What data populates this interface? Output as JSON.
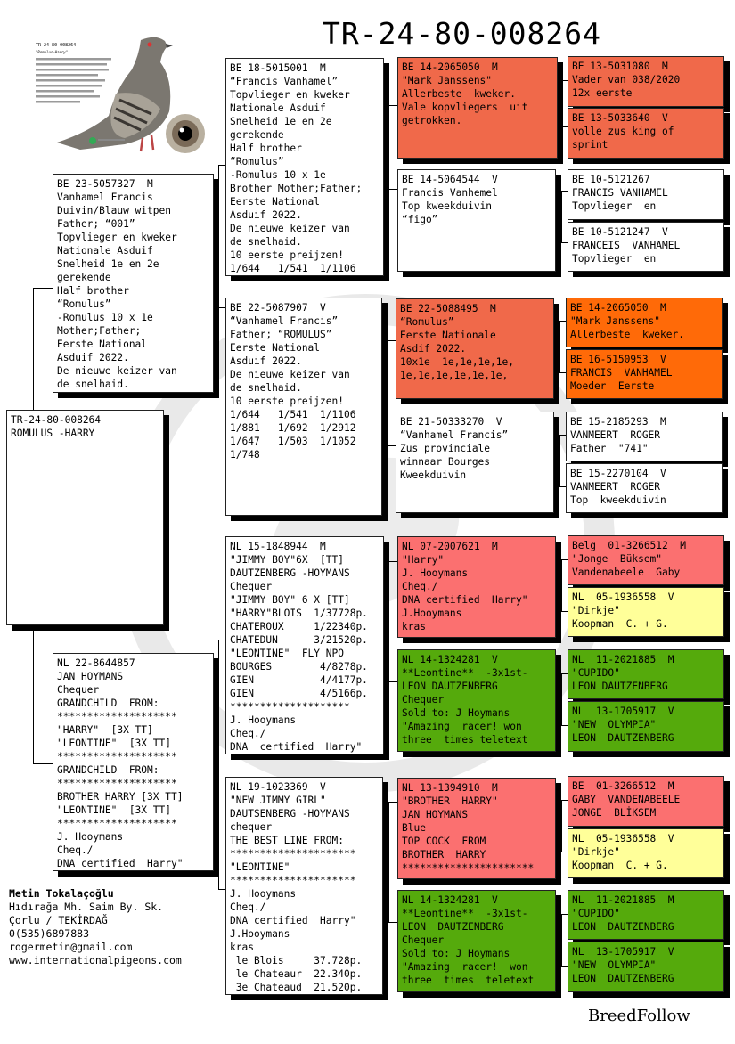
{
  "title": "TR-24-80-008264",
  "subject": {
    "text": "TR-24-80-008264\nROMULUS -HARRY"
  },
  "sire": {
    "text": "BE 23-5057327  M\nVanhamel Francis\nDuivin/Blauw witpen\nFather; “001”\nTopvlieger en kweker\nNationale Asduif\nSnelheid 1e en 2e\ngerekende\nHalf brother\n“Romulus”\n-Romulus 10 x 1e\nMother;Father;\nEerste National\nAsduif 2022.\nDe nieuwe keizer van\nde snelhaid."
  },
  "dam": {
    "text": "NL 22-8644857\nJAN HOYMANS\nChequer\nGRANDCHILD  FROM:\n********************\n\"HARRY\"  [3X TT]\n\"LEONTINE\"  [3X TT]\n********************\nGRANDCHILD  FROM:\n********************\nBROTHER HARRY [3X TT]\n\"LEONTINE\"  [3X TT]\n********************\nJ. Hooymans\nCheq./\nDNA certified  Harry\""
  },
  "ss": {
    "text": "BE 18-5015001  M\n“Francis Vanhamel”\nTopvlieger en kweker\nNationale Asduif\nSnelheid 1e en 2e\ngerekende\nHalf brother\n“Romulus”\n-Romulus 10 x 1e\nBrother Mother;Father;\nEerste National\nAsduif 2022.\nDe nieuwe keizer van\nde snelhaid.\n10 eerste preijzen!\n1/644   1/541  1/1106"
  },
  "sd": {
    "text": "BE 22-5087907  V\n“Vanhamel Francis”\nFather; “ROMULUS”\nEerste National\nAsduif 2022.\nDe nieuwe keizer van\nde snelhaid.\n10 eerste preijzen!\n1/644   1/541  1/1106\n1/881   1/692  1/2912\n1/647   1/503  1/1052\n1/748"
  },
  "ds": {
    "text": "NL 15-1848944  M\n\"JIMMY BOY\"6X  [TT]\nDAUTZENBERG -HOYMANS\nChequer\n\"JIMMY BOY\" 6 X [TT]\n\"HARRY\"BLOIS  1/37728p.\nCHATEROUX     1/22340p.\nCHATEDUN      3/21520p.\n\"LEONTINE\"  FLY NPO\nBOURGES        4/8278p.\nGIEN           4/4177p.\nGIEN           4/5166p.\n********************\nJ. Hooymans\nCheq./\nDNA  certified  Harry\""
  },
  "dd": {
    "text": "NL 19-1023369  V\n\"NEW JIMMY GIRL\"\nDAUTSENBERG -HOYMANS\nchequer\nTHE BEST LINE FROM:\n*********************\n\"LEONTINE\"\n*********************\nJ. Hooymans\nCheq./\nDNA certified  Harry\"\nJ.Hooymans\nkras\n le Blois     37.728p.\n le Chateaur  22.340p.\n 3e Chateaud  21.520p."
  },
  "sss": {
    "text": "BE 14-2065050  M\n\"Mark Janssens\"\nAllerbeste  kweker.\nVale kopvliegers  uit\ngetrokken."
  },
  "ssd": {
    "text": "BE 14-5064544  V\nFrancis Vanhemel\nTop kweekduivin\n“figo”"
  },
  "sds": {
    "text": "BE 22-5088495  M\n“Romulus”\nEerste Nationale\nAsdif 2022.\n10x1e  1e,1e,1e,1e,\n1e,1e,1e,1e,1e,1e,"
  },
  "sdd": {
    "text": "BE 21-50333270  V\n“Vanhamel Francis”\nZus provinciale\nwinnaar Bourges\nKweekduivin"
  },
  "dss": {
    "text": "NL 07-2007621  M\n\"Harry\"\nJ. Hooymans\nCheq./\nDNA certified  Harry\"\nJ.Hooymans\nkras"
  },
  "dsd": {
    "text": "NL 14-1324281  V\n**Leontine**  -3x1st-\nLEON DAUTZENBERG\nChequer\nSold to: J Hoymans\n\"Amazing  racer! won\nthree  times teletext"
  },
  "dds": {
    "text": "NL 13-1394910  M\n\"BROTHER  HARRY\"\nJAN HOYMANS\nBlue\nTOP COCK  FROM\nBROTHER  HARRY\n**********************"
  },
  "ddd": {
    "text": "NL 14-1324281  V\n**Leontine**  -3x1st-\nLEON  DAUTZENBERG\nChequer\nSold to: J Hoymans\n\"Amazing  racer!  won\nthree  times  teletext"
  },
  "g1": {
    "text": "BE 13-5031080  M\nVader van 038/2020\n12x eerste"
  },
  "g2": {
    "text": "BE 13-5033640  V\nvolle zus king of\nsprint"
  },
  "g3": {
    "text": "BE 10-5121267\nFRANCIS VANHAMEL\nTopvlieger  en"
  },
  "g4": {
    "text": "BE 10-5121247  V\nFRANCEIS  VANHAMEL\nTopvlieger  en"
  },
  "g5": {
    "text": "BE 14-2065050  M\n\"Mark Janssens\"\nAllerbeste  kweker."
  },
  "g6": {
    "text": "BE 16-5150953  V\nFRANCIS  VANHAMEL\nMoeder  Eerste"
  },
  "g7": {
    "text": "BE 15-2185293  M\nVANMEERT  ROGER\nFather  \"741\""
  },
  "g8": {
    "text": "BE 15-2270104  V\nVANMEERT  ROGER\nTop  kweekduivin"
  },
  "g9": {
    "text": "Belg  01-3266512  M\n\"Jonge  Büksem\"\nVandenabeele  Gaby"
  },
  "g10": {
    "text": "NL  05-1936558  V\n\"Dirkje\"\nKoopman  C. + G."
  },
  "g11": {
    "text": "NL  11-2021885  M\n\"CUPIDO\"\nLEON DAUTZENBERG"
  },
  "g12": {
    "text": "NL  13-1705917  V\n\"NEW  OLYMPIA\"\nLEON  DAUTZENBERG"
  },
  "g13": {
    "text": "BE  01-3266512  M\nGABY  VANDENABEELE\nJONGE  BLİKSEM"
  },
  "g14": {
    "text": "NL  05-1936558  V\n\"Dirkje\"\nKoopman  C. + G."
  },
  "g15": {
    "text": "NL  11-2021885  M\n\"CUPIDO\"\nLEON  DAUTZENBERG"
  },
  "g16": {
    "text": "NL  13-1705917  V\n\"NEW  OLYMPIA\"\nLEON  DAUTZENBERG"
  },
  "photo_card": {
    "ring": "TR-24-80-008264",
    "name": "\"Romulus-Harry\""
  },
  "contact": {
    "name": "Metin Tokalaçoğlu",
    "address1": "Hıdırağa Mh. Saim By. Sk.",
    "address2": "Çorlu / TEKİRDAĞ",
    "phone": "0(535)6897883",
    "email": "rogermetin@gmail.com",
    "website": "www.internationalpigeons.com"
  },
  "brand": "BreedFollow",
  "colors": {
    "orange": "#f0694a",
    "deep_orange": "#ff6a08",
    "red": "#fb7070",
    "yellow": "#ffff99",
    "green": "#55aa0c"
  }
}
